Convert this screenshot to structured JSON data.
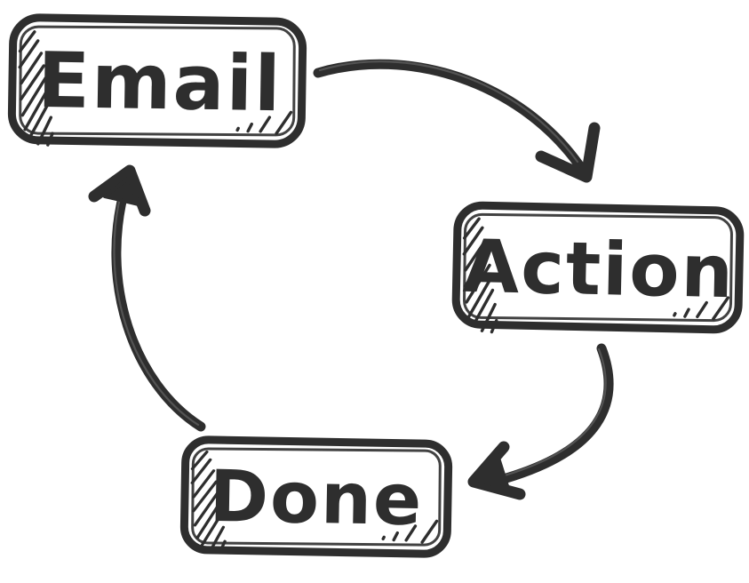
{
  "diagram": {
    "type": "flowchart-cycle",
    "style": "hand-drawn marker sketch",
    "colors": {
      "ink": "#2e2e2e",
      "background": "#ffffff",
      "node_fill": "#ffffff"
    },
    "nodes": [
      {
        "id": "email",
        "label": "Email"
      },
      {
        "id": "action",
        "label": "Action"
      },
      {
        "id": "done",
        "label": "Done"
      }
    ],
    "edges": [
      {
        "from": "email",
        "to": "action",
        "shape": "curved arrow, top-right, pointing down into Action"
      },
      {
        "from": "action",
        "to": "done",
        "shape": "curved arrow, bottom-right, pointing left into Done"
      },
      {
        "from": "done",
        "to": "email",
        "shape": "curved arrow, left side, pointing up into Email"
      }
    ]
  }
}
